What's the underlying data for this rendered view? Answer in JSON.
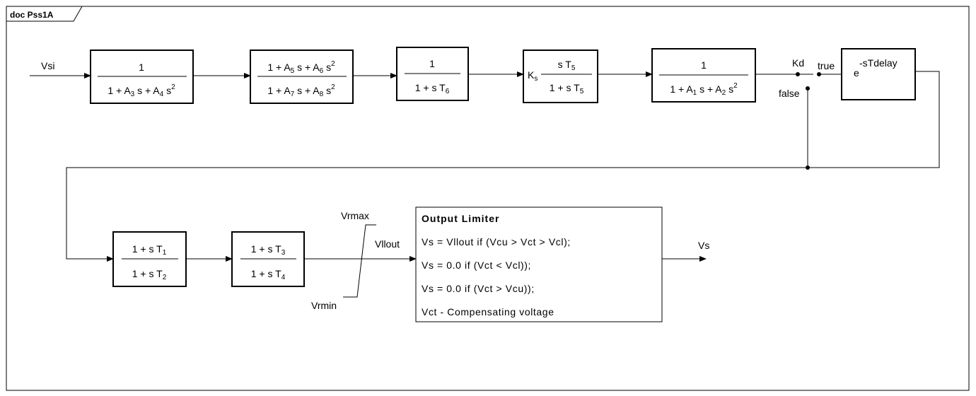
{
  "frame": {
    "tab_label": "doc Pss1A"
  },
  "signals": {
    "input": "Vsi",
    "kd": "Kd",
    "true_label": "true",
    "false_label": "false",
    "vrmax": "Vrmax",
    "vrmin": "Vrmin",
    "vllout": "Vllout",
    "output": "Vs"
  },
  "blocks": {
    "filter_1": {
      "numerator": "1",
      "denominator": {
        "t1": "1 + A",
        "s1": "3",
        "t2": " s + A",
        "s2": "4",
        "t3": " s",
        "sup": "2"
      }
    },
    "filter_2": {
      "numerator": {
        "t1": "1 + A",
        "s1": "5",
        "t2": " s + A",
        "s2": "6",
        "t3": " s",
        "sup": "2"
      },
      "denominator": {
        "t1": "1 + A",
        "s1": "7",
        "t2": " s + A",
        "s2": "8",
        "t3": " s",
        "sup": "2"
      }
    },
    "lag_t6": {
      "numerator": "1",
      "denominator": {
        "t1": "1 + s T",
        "s1": "6"
      }
    },
    "washout": {
      "gain": {
        "t1": "K",
        "s1": "s"
      },
      "numerator": {
        "t1": "s T",
        "s1": "5"
      },
      "denominator": {
        "t1": "1 + s T",
        "s1": "5"
      }
    },
    "filter_3": {
      "numerator": "1",
      "denominator": {
        "t1": "1 + A",
        "s1": "1",
        "t2": " s + A",
        "s2": "2",
        "t3": " s",
        "sup": "2"
      }
    },
    "delay": {
      "base": "e",
      "exponent": "-sTdelay"
    },
    "lead_lag_1": {
      "numerator": {
        "t1": "1 + s T",
        "s1": "1"
      },
      "denominator": {
        "t1": "1 + s T",
        "s1": "2"
      }
    },
    "lead_lag_2": {
      "numerator": {
        "t1": "1 + s T",
        "s1": "3"
      },
      "denominator": {
        "t1": "1 + s T",
        "s1": "4"
      }
    }
  },
  "limiter": {
    "title": "Output Limiter",
    "lines": [
      "Vs = Vllout if (Vcu > Vct > Vcl);",
      "Vs = 0.0 if (Vct < Vcl));",
      "Vs = 0.0 if (Vct > Vcu));",
      "Vct - Compensating voltage"
    ]
  },
  "colors": {
    "line": "#000000",
    "frame": "#000000",
    "background": "#ffffff"
  }
}
